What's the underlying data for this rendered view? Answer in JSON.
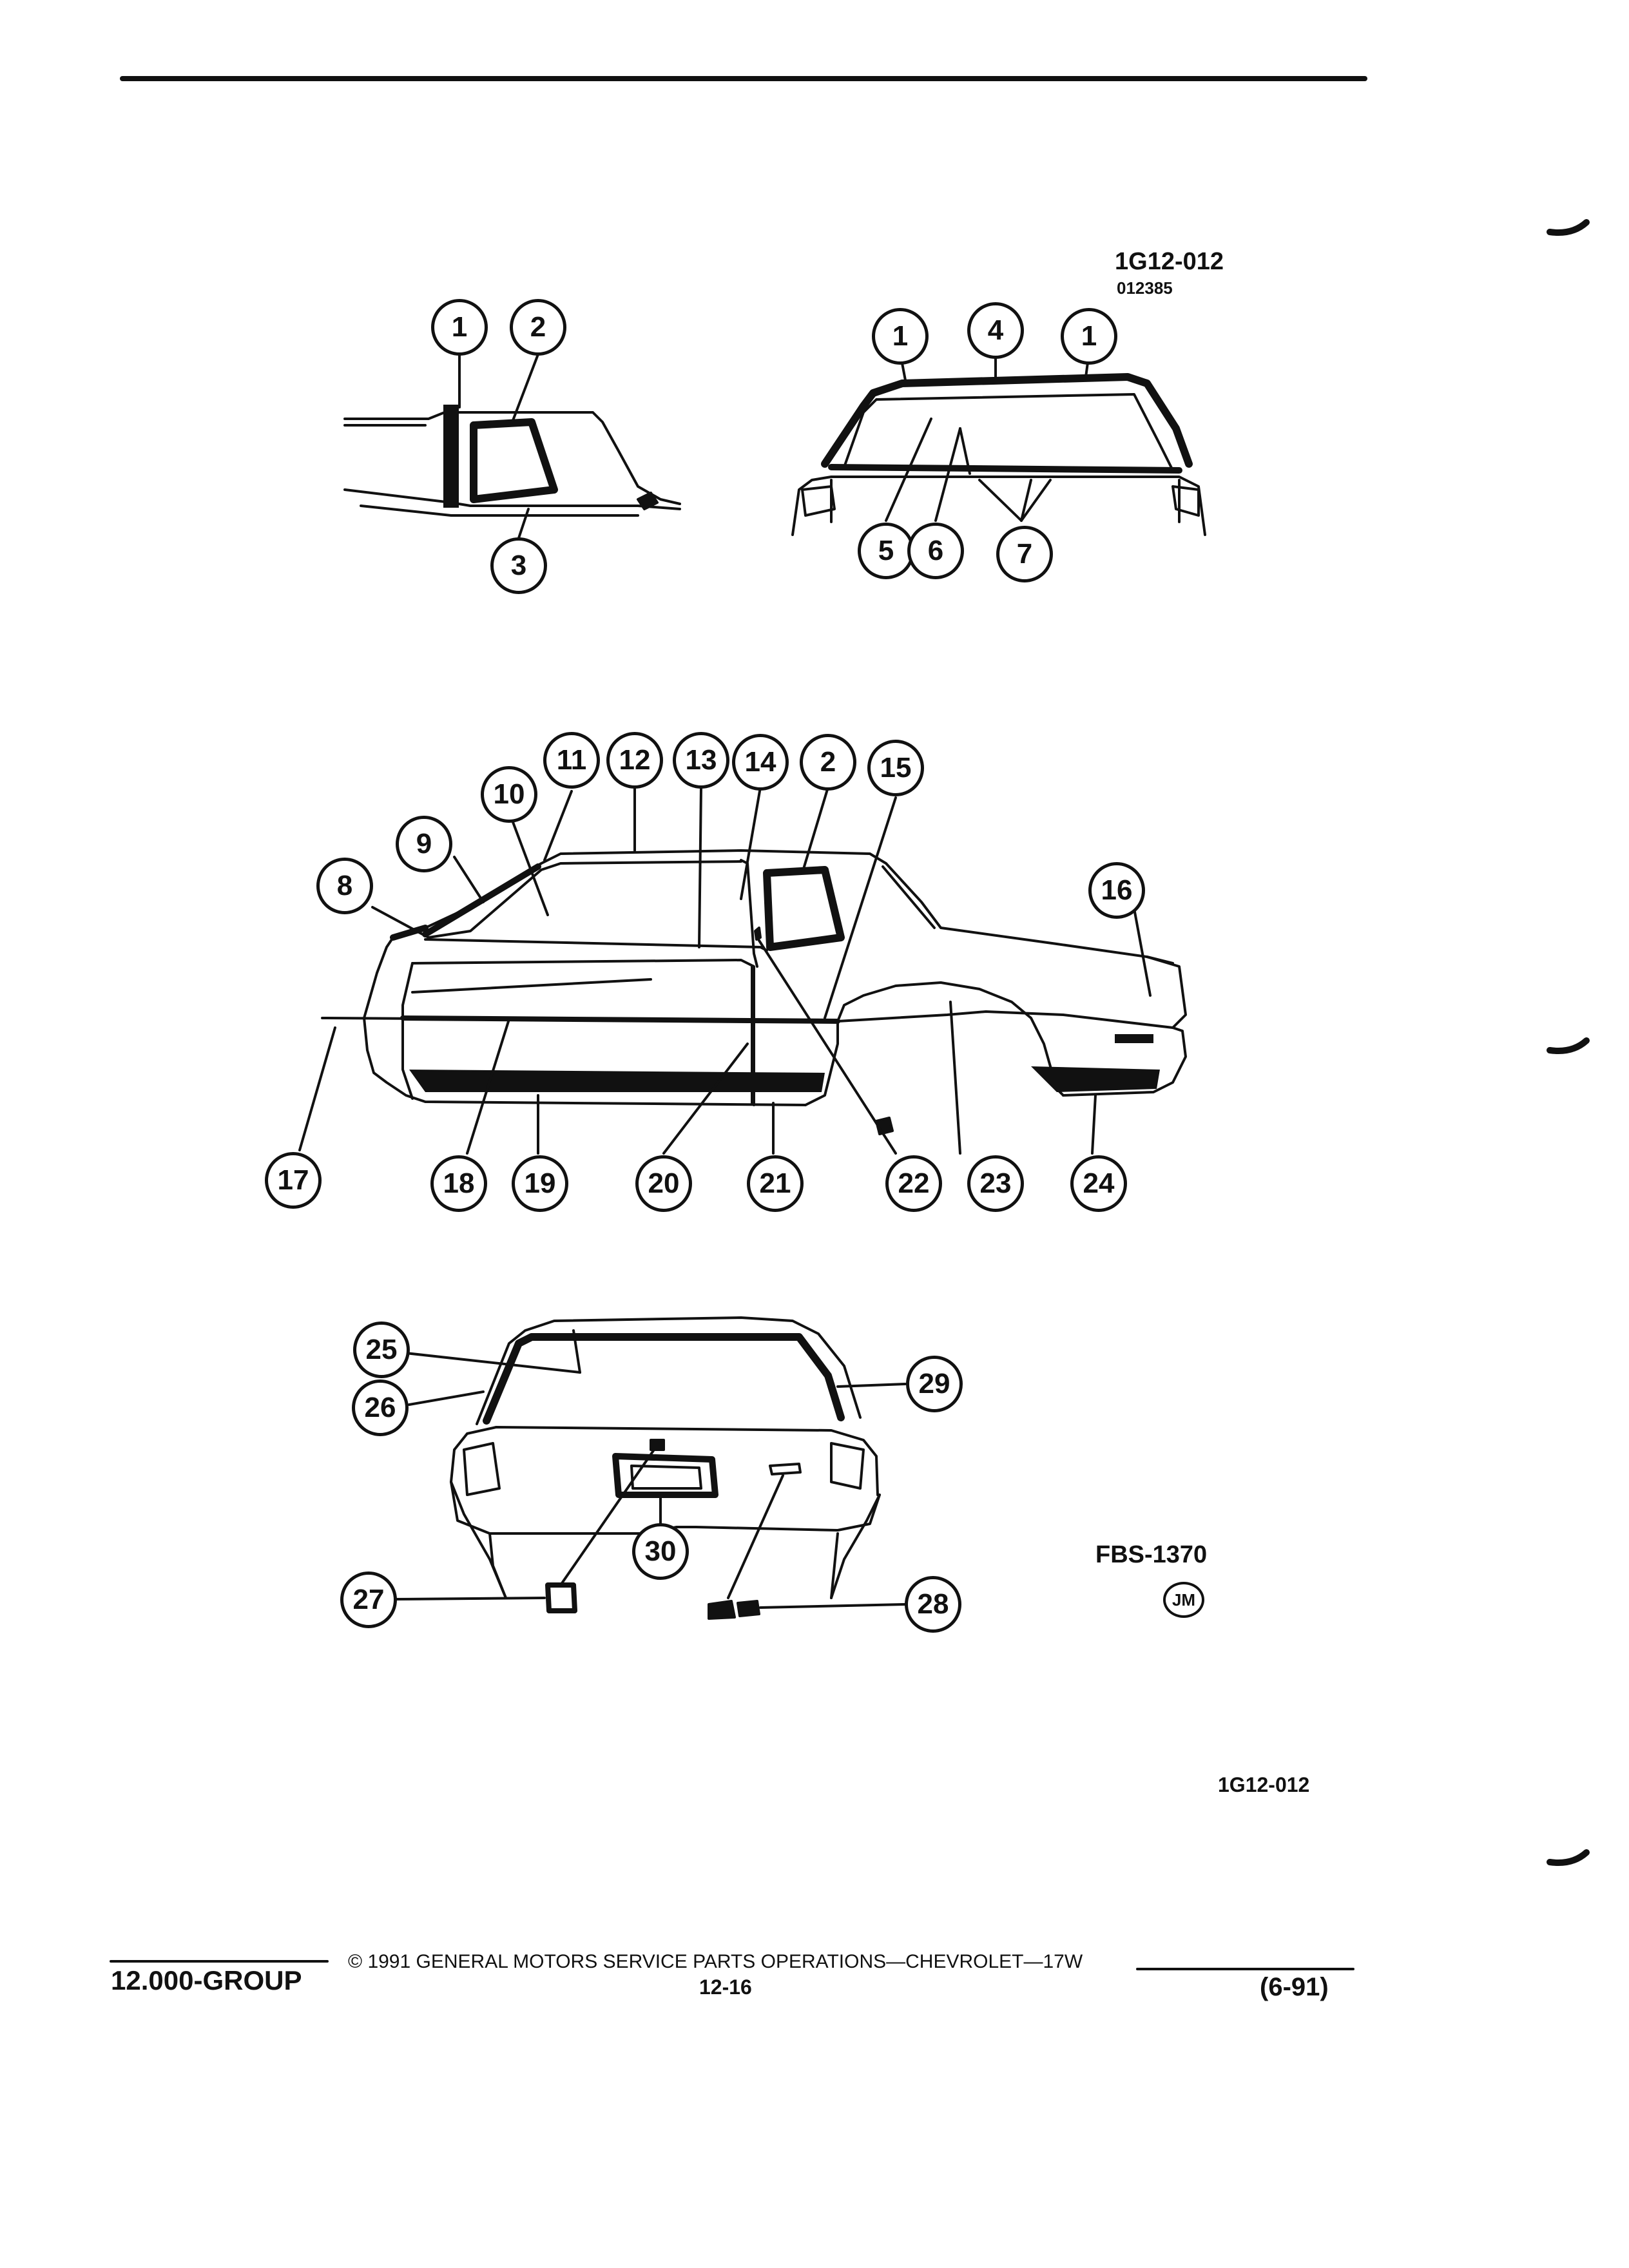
{
  "header": {
    "diagram_code": "1G12-012",
    "diagram_number": "012385"
  },
  "callouts": [
    "1",
    "2",
    "3",
    "1",
    "4",
    "1",
    "5",
    "6",
    "7",
    "11",
    "12",
    "13",
    "14",
    "2",
    "15",
    "10",
    "9",
    "8",
    "16",
    "17",
    "18",
    "19",
    "20",
    "21",
    "22",
    "23",
    "24",
    "25",
    "26",
    "29",
    "30",
    "27",
    "28"
  ],
  "figure_code": "FBS-1370",
  "artist_mark": "JM",
  "diagram_code_bottom": "1G12-012",
  "footer": {
    "group": "12.000-GROUP",
    "copyright": "© 1991 GENERAL MOTORS SERVICE PARTS OPERATIONS—CHEVROLET—17W",
    "page_number": "12-16",
    "date": "(6-91)"
  }
}
